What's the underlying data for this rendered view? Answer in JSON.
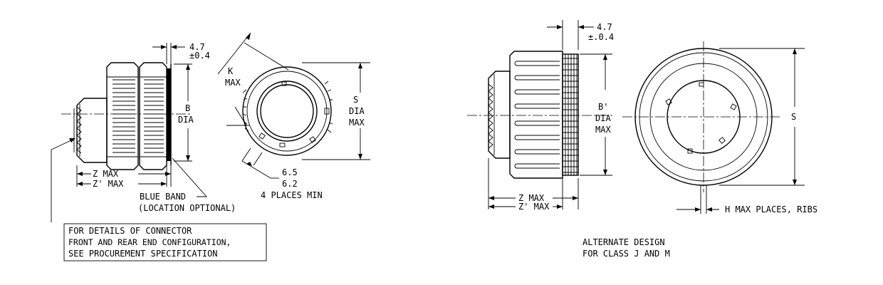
{
  "left_view": {
    "dim_band_top": "4.7",
    "dim_band_bottom": "±0.4",
    "b_label": "B",
    "b_dia": "DIA",
    "z_max": "Z MAX",
    "z_prime_max": "Z' MAX",
    "blue_band": "BLUE BAND",
    "location_optional": "(LOCATION OPTIONAL)",
    "note_line_1": "FOR DETAILS OF CONNECTOR",
    "note_line_2": "FRONT AND REAR END CONFIGURATION,",
    "note_line_3": "SEE PROCUREMENT SPECIFICATION"
  },
  "end_view": {
    "k": "K",
    "k_max": "MAX",
    "s": "S",
    "s_dia": "DIA",
    "s_max": "MAX",
    "flat_top": "6.5",
    "flat_bottom": "6.2",
    "places": "4 PLACES MIN"
  },
  "alt_view": {
    "dim_band_top": "4.7",
    "dim_band_bottom": "±.0.4",
    "b_prime": "B'",
    "b_dia": "DIA",
    "b_max": "MAX",
    "z_max": "Z MAX",
    "z_prime_max": "Z' MAX",
    "s": "S",
    "h_max": "H MAX PLACES, RIBS",
    "caption_1": "ALTERNATE DESIGN",
    "caption_2": "FOR CLASS J AND M"
  }
}
